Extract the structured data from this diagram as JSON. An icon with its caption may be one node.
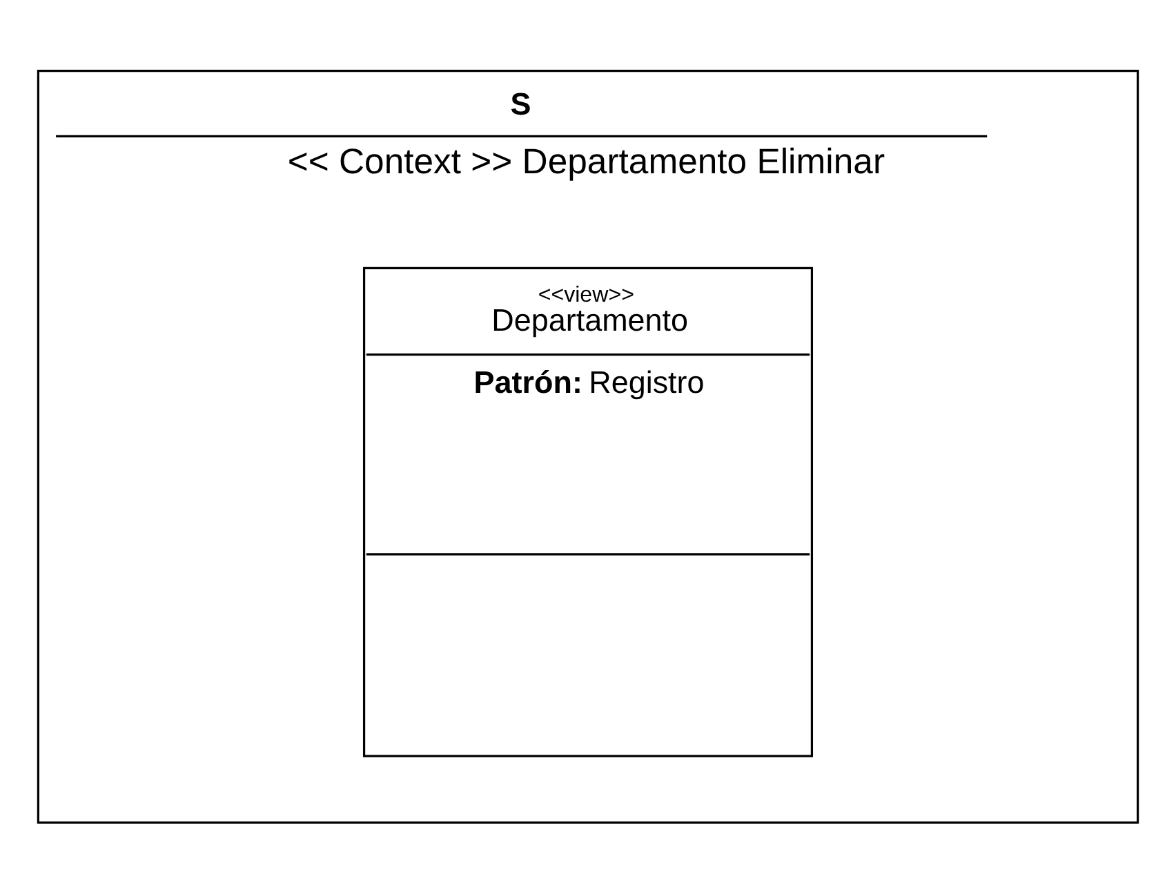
{
  "diagram": {
    "nodes": [
      {
        "text": [
          "S",
          "<< Context >> Departamento Eliminar"
        ]
      },
      {
        "text": [
          "<<view>>",
          "Departamento",
          "**Patrón:** Registro"
        ],
        "in": 0
      }
    ]
  }
}
